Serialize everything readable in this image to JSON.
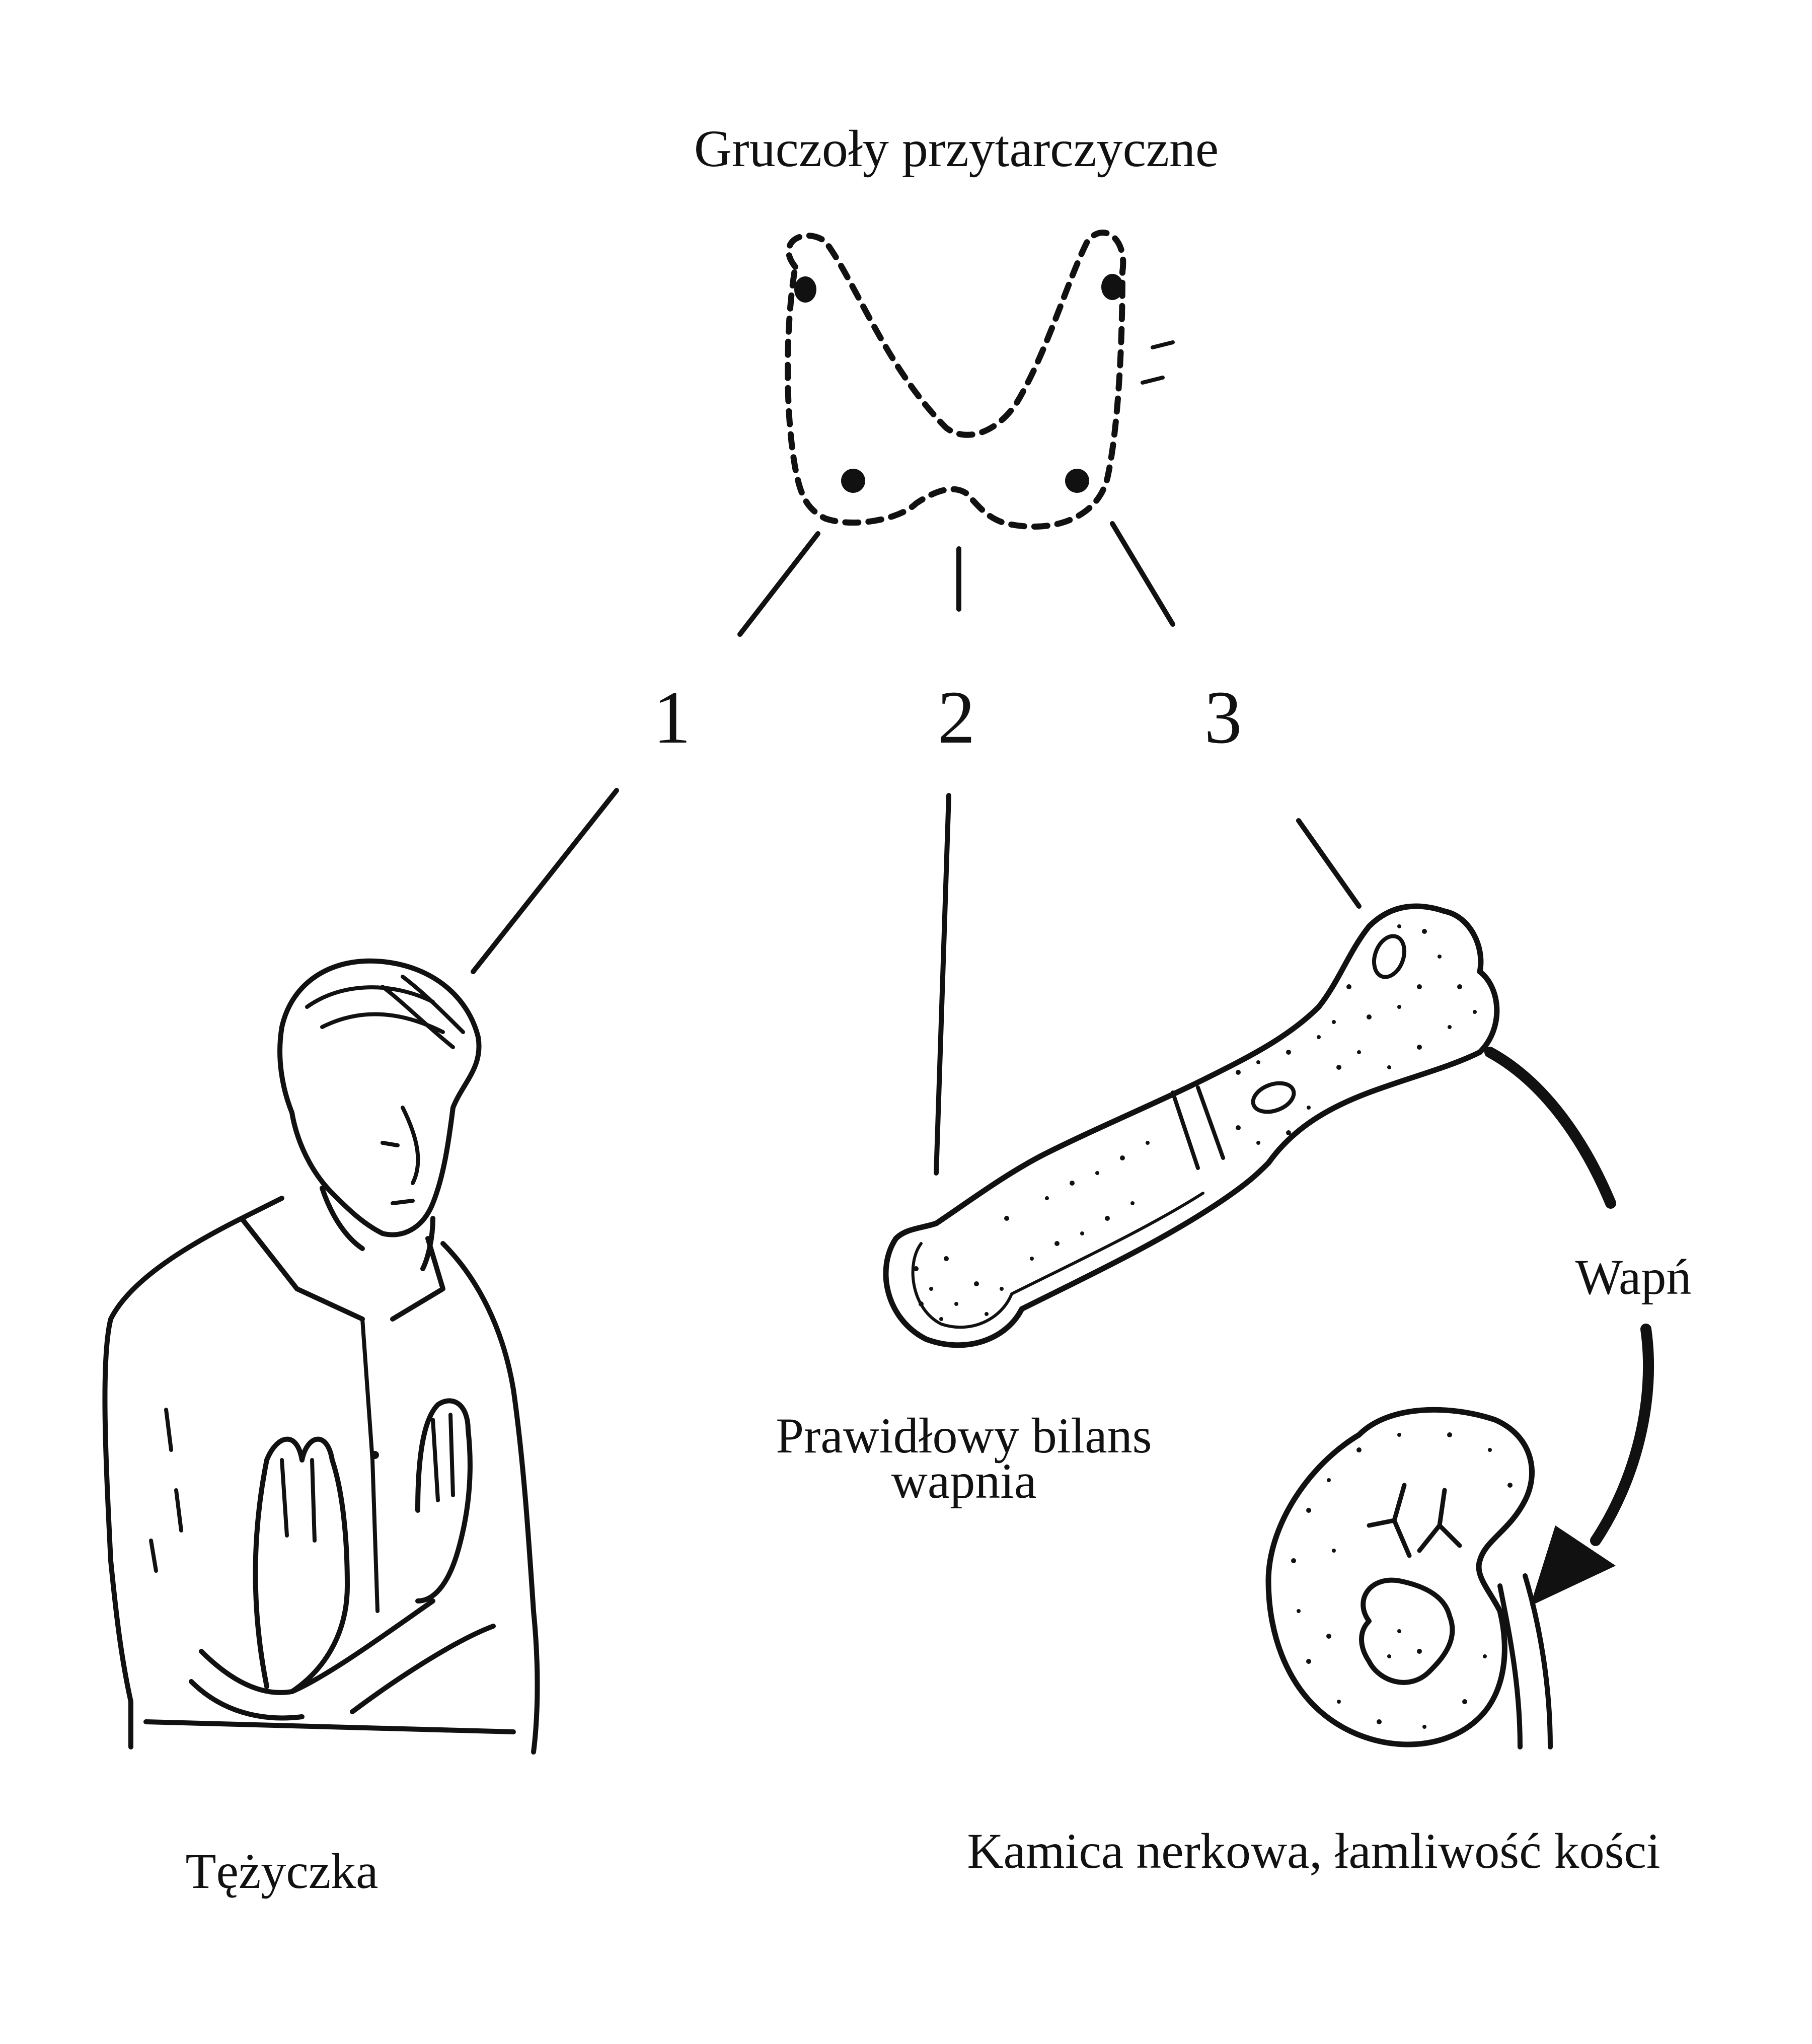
{
  "diagram": {
    "title": "Gruczoły przytarczyczne",
    "branches": [
      {
        "number": "1",
        "caption": "Tężyczka"
      },
      {
        "number": "2",
        "caption_line1": "Prawidłowy bilans",
        "caption_line2": "wapnia"
      },
      {
        "number": "3",
        "caption": "Kamica nerkowa, łamliwość kości"
      }
    ],
    "arrow_label": "Wapń"
  }
}
